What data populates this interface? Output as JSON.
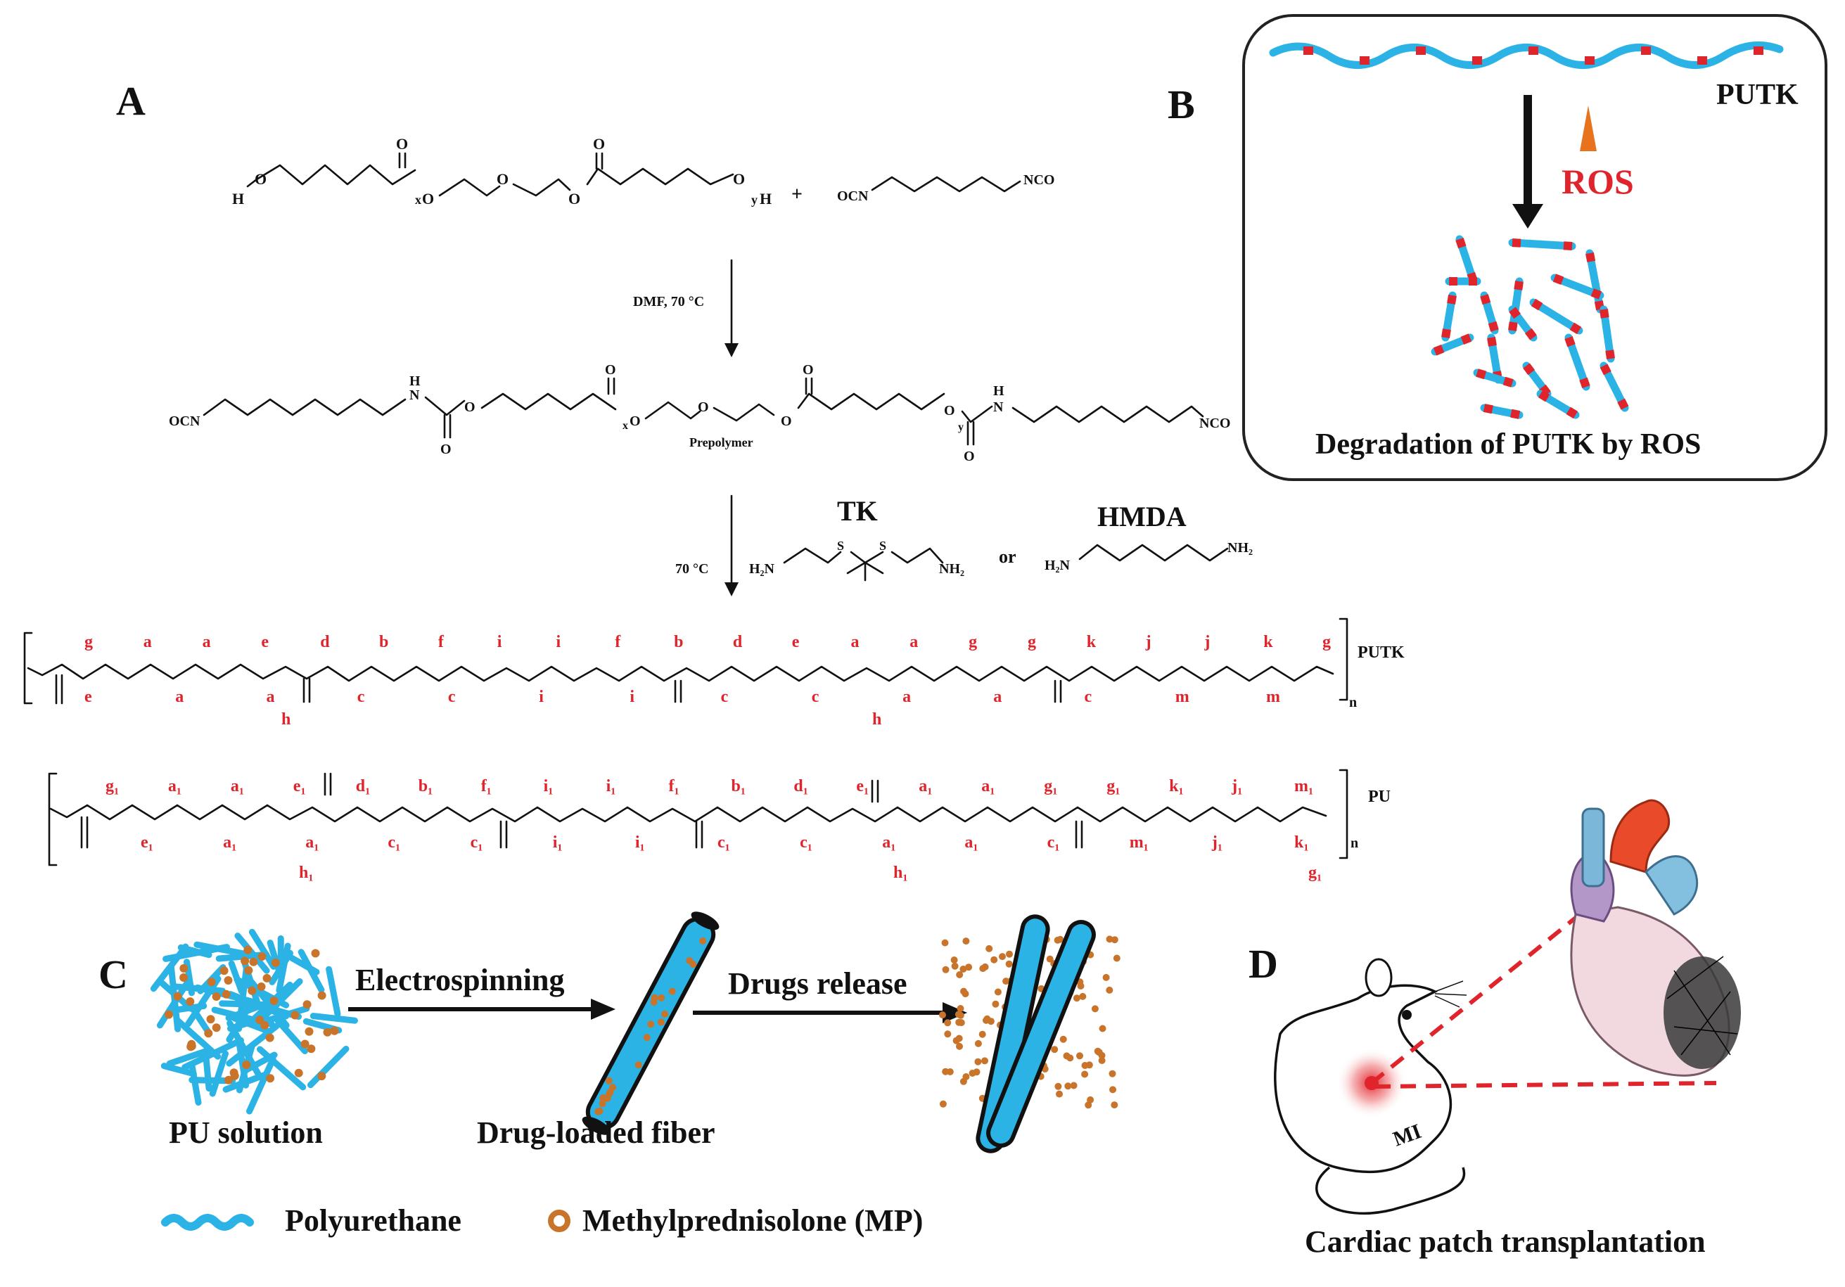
{
  "panels": {
    "A": "A",
    "B": "B",
    "C": "C",
    "D": "D"
  },
  "panel_a": {
    "reactant_h_left": "H",
    "o": "O",
    "x": "x",
    "y": "y",
    "h": "H",
    "plus": "+",
    "ocn": "OCN",
    "nco": "NCO",
    "cond1": "DMF, 70 °C",
    "prepolymer": "Prepolymer",
    "n_h": "N",
    "cond2": "70 °C",
    "tk_title": "TK",
    "tk_h2n": "H₂N",
    "tk_nh2": "NH₂",
    "s": "S",
    "or": "or",
    "hmda_title": "HMDA",
    "putk_label": "PUTK",
    "pu_label": "PU",
    "n_sub": "n",
    "putk_top_labels": [
      "g",
      "a",
      "a",
      "e",
      "d",
      "b",
      "f",
      "i",
      "i",
      "f",
      "b",
      "d",
      "e",
      "a",
      "a",
      "g",
      "g",
      "k",
      "j",
      "j",
      "k",
      "g"
    ],
    "putk_bottom_labels": [
      "e",
      "a",
      "a",
      "c",
      "c",
      "i",
      "i",
      "c",
      "c",
      "a",
      "a",
      "c",
      "m",
      "m"
    ],
    "putk_h_labels": [
      "h",
      "h"
    ],
    "pu_top_labels": [
      "g₁",
      "a₁",
      "a₁",
      "e₁",
      "d₁",
      "b₁",
      "f₁",
      "i₁",
      "i₁",
      "f₁",
      "b₁",
      "d₁",
      "e₁",
      "a₁",
      "a₁",
      "g₁",
      "g₁",
      "k₁",
      "j₁",
      "m₁"
    ],
    "pu_bottom_labels": [
      "e₁",
      "a₁",
      "a₁",
      "c₁",
      "c₁",
      "i₁",
      "i₁",
      "c₁",
      "c₁",
      "a₁",
      "a₁",
      "c₁",
      "m₁",
      "j₁",
      "k₁"
    ],
    "pu_h_labels": [
      "h₁",
      "h₁",
      "g₁"
    ]
  },
  "panel_b": {
    "putk": "PUTK",
    "ros": "ROS",
    "caption": "Degradation of PUTK by ROS"
  },
  "panel_c": {
    "electrospinning": "Electrospinning",
    "drugs_release": "Drugs release",
    "pu_solution": "PU solution",
    "drug_loaded_fiber": "Drug-loaded fiber",
    "legend_polyurethane": "Polyurethane",
    "legend_mp": "Methylprednisolone (MP)"
  },
  "panel_d": {
    "mi": "MI",
    "caption": "Cardiac patch transplantation"
  },
  "colors": {
    "chain_blue": "#2bb3e6",
    "ros_red": "#e0242b",
    "drug_orange": "#c8742a",
    "label_red": "#e0242b"
  }
}
